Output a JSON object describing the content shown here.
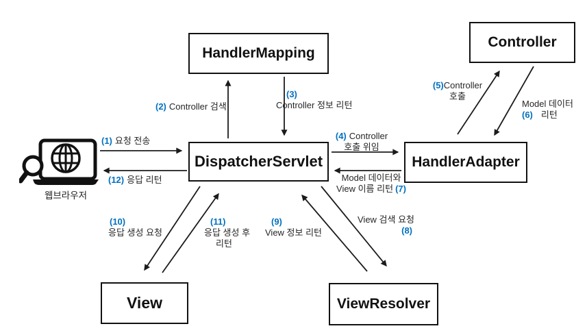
{
  "nodes": {
    "handler_mapping": "HandlerMapping",
    "controller": "Controller",
    "dispatcher_servlet": "DispatcherServlet",
    "handler_adapter": "HandlerAdapter",
    "view": "View",
    "view_resolver": "ViewResolver",
    "browser": "웹브라우저"
  },
  "flows": {
    "f1": {
      "num": "(1)",
      "text": "요청 전송"
    },
    "f2": {
      "num": "(2)",
      "text": "Controller 검색"
    },
    "f3": {
      "num": "(3)",
      "text": "Controller 정보 리턴"
    },
    "f4": {
      "num": "(4)",
      "line1": "Controller",
      "line2": "호출 위임"
    },
    "f5": {
      "num": "(5)",
      "line1": "Controller",
      "line2": "호출"
    },
    "f6": {
      "num": "(6)",
      "line1": "Model 데이터",
      "line2": "리턴"
    },
    "f7": {
      "num": "(7)",
      "line1": "Model 데이터와",
      "line2": "View 이름 리턴"
    },
    "f8": {
      "num": "(8)",
      "text": "View 검색 요청"
    },
    "f9": {
      "num": "(9)",
      "text": "View 정보 리턴"
    },
    "f10": {
      "num": "(10)",
      "text": "응답 생성 요청"
    },
    "f11": {
      "num": "(11)",
      "line1": "응답 생성 후",
      "line2": "리턴"
    },
    "f12": {
      "num": "(12)",
      "text": "응답 리턴"
    }
  },
  "colors": {
    "accent_blue": "#0070C0",
    "line_black": "#1b1b1b",
    "box_border": "#111111",
    "background": "#ffffff"
  }
}
